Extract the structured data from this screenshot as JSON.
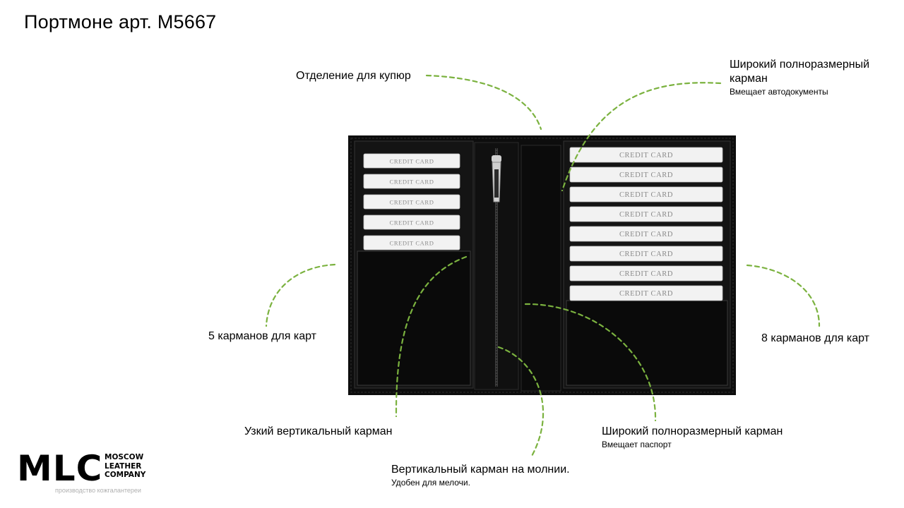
{
  "title": "Портмоне арт. М5667",
  "callouts": {
    "bill_compartment": {
      "title": "Отделение для купюр"
    },
    "wide_pocket_top": {
      "title": "Широкий полноразмерный карман",
      "subtitle": "Вмещает автодокументы"
    },
    "cards_5": {
      "title": "5 карманов для карт"
    },
    "cards_8": {
      "title": "8 карманов для карт"
    },
    "narrow_vertical": {
      "title": "Узкий вертикальный карман"
    },
    "zip_vertical": {
      "title": "Вертикальный карман на молнии.",
      "subtitle": "Удобен для мелочи."
    },
    "wide_pocket_bottom": {
      "title": "Широкий полноразмерный карман",
      "subtitle": "Вмещает паспорт"
    }
  },
  "wallet": {
    "left_card_count": 5,
    "right_card_count": 8,
    "card_label": "CREDIT CARD"
  },
  "logo": {
    "mark": "MLC",
    "words": [
      "MOSCOW",
      "LEATHER",
      "COMPANY"
    ],
    "tagline": "производство кожгалантереи"
  },
  "colors": {
    "leader_line": "#7bb23f",
    "leather": "#0d0d0d",
    "card": "#f2f2f2"
  }
}
